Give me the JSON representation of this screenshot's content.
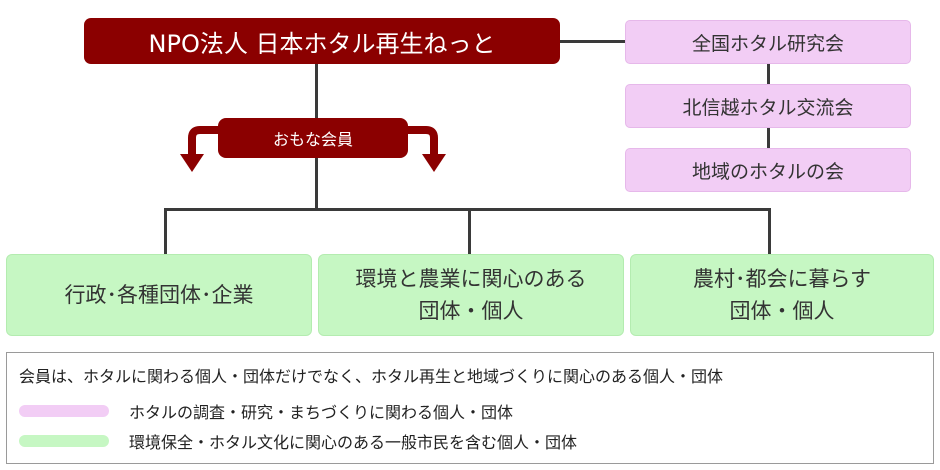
{
  "org": {
    "name": "NPO法人 日本ホタル再生ねっと"
  },
  "related_groups": [
    {
      "label": "全国ホタル研究会"
    },
    {
      "label": "北信越ホタル交流会"
    },
    {
      "label": "地域のホタルの会"
    }
  ],
  "members_label": "おもな会員",
  "member_groups": [
    {
      "line1": "行政･各種団体･企業",
      "line2": ""
    },
    {
      "line1": "環境と農業に関心のある",
      "line2": "団体・個人"
    },
    {
      "line1": "農村･都会に暮らす",
      "line2": "団体・個人"
    }
  ],
  "legend": {
    "title": "会員は、ホタルに関わる個人・団体だけでなく、ホタル再生と地域づくりに関心のある個人・団体",
    "items": [
      {
        "text": "ホタルの調査・研究・まちづくりに関わる個人・団体",
        "color": "#f2cdf5"
      },
      {
        "text": "環境保全・ホタル文化に関心のある一般市民を含む個人・団体",
        "color": "#c6f7c3"
      }
    ]
  },
  "colors": {
    "main": "#8b0000",
    "pink": "#f2cdf5",
    "green": "#c6f7c3"
  }
}
